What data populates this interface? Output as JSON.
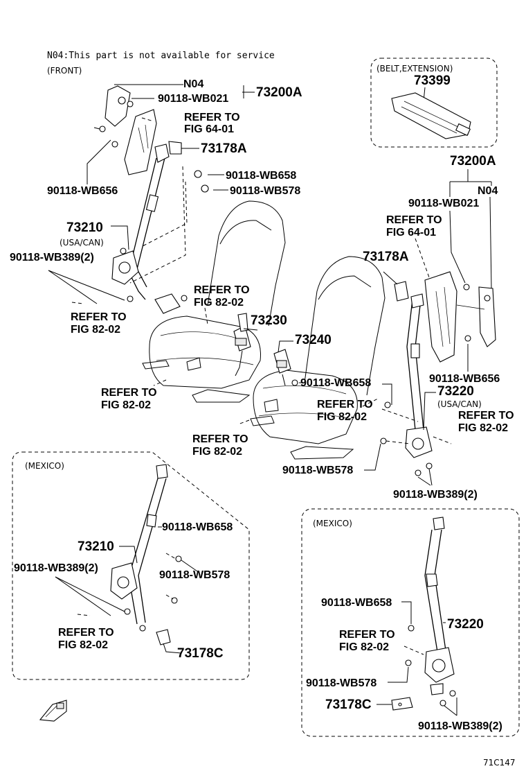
{
  "header": {
    "note": "N04:This part is not available for service",
    "view": "(FRONT)"
  },
  "belt_extension": {
    "title": "(BELT,EXTENSION)",
    "part": "73399"
  },
  "front_left_group": {
    "n04": "N04",
    "bolt_wb021": "90118-WB021",
    "assembly": "73200A",
    "refer_fig_line1": "REFER TO",
    "refer_fig_line2": "FIG 64-01",
    "anchor_cover": "73178A",
    "bolt_wb658": "90118-WB658",
    "bolt_wb578": "90118-WB578",
    "bolt_wb656": "90118-WB656",
    "retractor": "73210",
    "retractor_region": "(USA/CAN)",
    "bolt_wb389": "90118-WB389(2)",
    "refer_seat_line1": "REFER TO",
    "refer_seat_line2": "FIG 82-02"
  },
  "center_group": {
    "refer_a_line1": "REFER TO",
    "refer_a_line2": "FIG 82-02",
    "buckle_left": "73230",
    "buckle_right": "73240",
    "refer_b_line1": "REFER TO",
    "refer_b_line2": "FIG 82-02",
    "refer_c_line1": "REFER TO",
    "refer_c_line2": "FIG 82-02",
    "bolt_wb658": "90118-WB658",
    "refer_d_line1": "REFER TO",
    "refer_d_line2": "FIG 82-02",
    "bolt_wb578": "90118-WB578"
  },
  "front_right_group": {
    "assembly": "73200A",
    "n04": "N04",
    "bolt_wb021": "90118-WB021",
    "refer_fig_line1": "REFER TO",
    "refer_fig_line2": "FIG 64-01",
    "anchor_cover": "73178A",
    "bolt_wb656": "90118-WB656",
    "retractor": "73220",
    "retractor_region": "(USA/CAN)",
    "refer_seat_line1": "REFER TO",
    "refer_seat_line2": "FIG 82-02",
    "bolt_wb389": "90118-WB389(2)"
  },
  "mexico_left": {
    "region": "(MEXICO)",
    "retractor": "73210",
    "bolt_wb658": "90118-WB658",
    "bolt_wb389": "90118-WB389(2)",
    "bolt_wb578": "90118-WB578",
    "refer_line1": "REFER TO",
    "refer_line2": "FIG 82-02",
    "anchor_cover": "73178C"
  },
  "mexico_right": {
    "region": "(MEXICO)",
    "bolt_wb658": "90118-WB658",
    "retractor": "73220",
    "refer_line1": "REFER TO",
    "refer_line2": "FIG 82-02",
    "bolt_wb578": "90118-WB578",
    "anchor_cover": "73178C",
    "bolt_wb389": "90118-WB389(2)"
  },
  "footer": {
    "figure_code": "71C147"
  }
}
